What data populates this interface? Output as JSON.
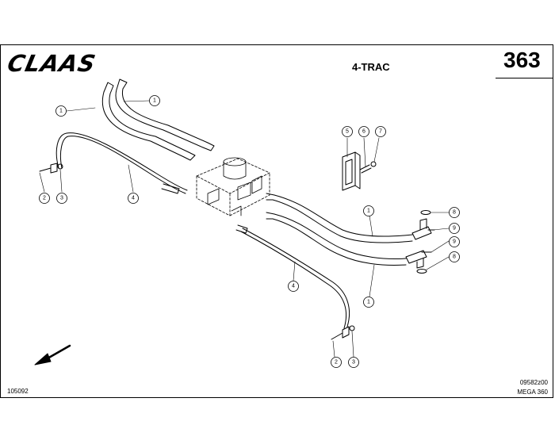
{
  "header": {
    "brand": "CLAAS",
    "title": "4-TRAC",
    "page_number": "363"
  },
  "footer": {
    "left_code": "105092",
    "drawing_code": "09582z00",
    "model": "MEGA 360"
  },
  "callouts": {
    "c1a": "1",
    "c1b": "1",
    "c1c": "1",
    "c1d": "1",
    "c2a": "2",
    "c2b": "2",
    "c3a": "3",
    "c3b": "3",
    "c4a": "4",
    "c4b": "4",
    "c5": "5",
    "c6": "6",
    "c7": "7",
    "c8a": "8",
    "c8b": "8",
    "c9a": "9",
    "c9b": "9"
  }
}
